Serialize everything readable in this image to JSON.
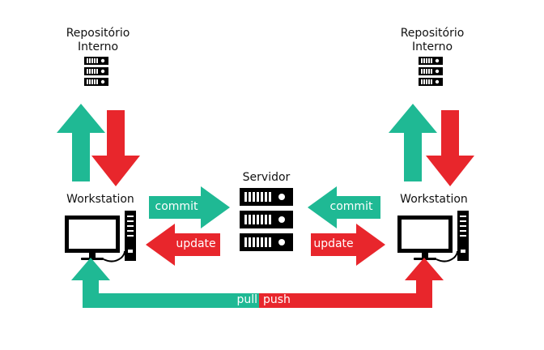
{
  "diagram": {
    "left_repo_label": [
      "Repositório",
      "Interno"
    ],
    "right_repo_label": [
      "Repositório",
      "Interno"
    ],
    "server_label": "Servidor",
    "left_workstation_label": "Workstation",
    "right_workstation_label": "Workstation",
    "left_commit": "commit",
    "right_commit": "commit",
    "left_update": "update",
    "right_update": "update",
    "pull_label": "pull",
    "push_label": "push"
  },
  "colors": {
    "teal": "#1fb994",
    "red": "#e8262c",
    "black": "#000000"
  },
  "icons": {
    "repo": "server-rack-icon",
    "server": "server-rack-icon",
    "workstation": "desktop-computer-icon"
  }
}
